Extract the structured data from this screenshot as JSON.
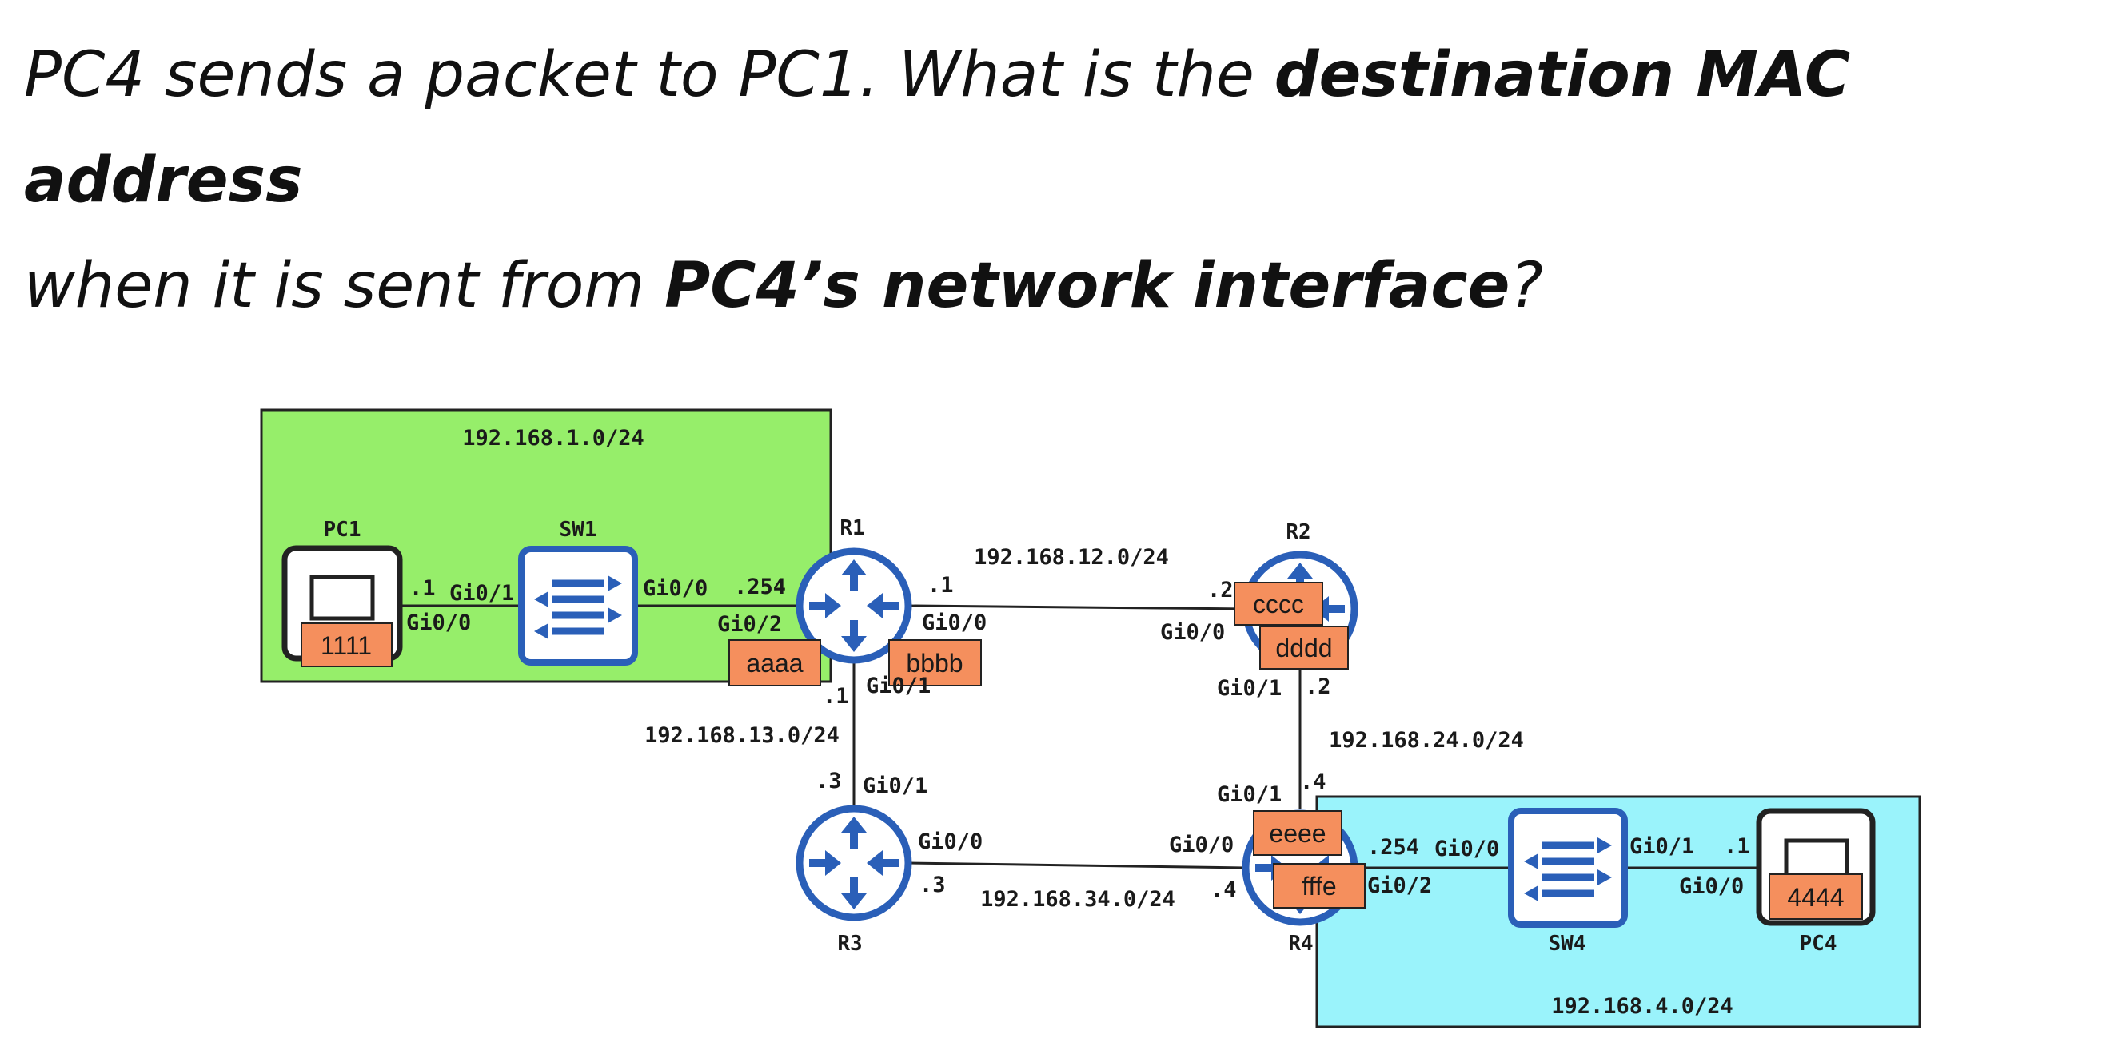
{
  "question": {
    "line1_part1": "PC4 sends a packet to PC1.  What is the ",
    "line1_bold": "destination MAC address",
    "line2_part1": "when it is sent from ",
    "line2_bold": "PC4’s network interface",
    "line2_end": "?"
  },
  "colors": {
    "lan1_fill": "#96ee6a",
    "lan4_fill": "#9af3fb",
    "device_blue": "#2a5fb8",
    "mac_fill": "#f58f5d"
  },
  "networks": {
    "lan1": "192.168.1.0/24",
    "r1r2": "192.168.12.0/24",
    "r1r3": "192.168.13.0/24",
    "r2r4": "192.168.24.0/24",
    "r3r4": "192.168.34.0/24",
    "lan4": "192.168.4.0/24"
  },
  "devices": {
    "pc1": "PC1",
    "sw1": "SW1",
    "r1": "R1",
    "r2": "R2",
    "r3": "R3",
    "r4": "R4",
    "sw4": "SW4",
    "pc4": "PC4"
  },
  "macs": {
    "pc1": "1111",
    "r1_g02": "aaaa",
    "r1_g00": "bbbb",
    "r2_g00": "cccc",
    "r2_g01": "dddd",
    "r4_g01": "eeee",
    "r4_g02": "fffe",
    "pc4": "4444"
  },
  "labels": {
    "pc1_host": ".1",
    "pc1_int": "Gi0/0",
    "sw1_g01": "Gi0/1",
    "sw1_g00": "Gi0/0",
    "r1_lan_ip": ".254",
    "r1_g02": "Gi0/2",
    "r1_r2_ip": ".1",
    "r1_g00": "Gi0/0",
    "r1_r3_ip": ".1",
    "r1_g01": "Gi0/1",
    "r2_r1_ip": ".2",
    "r2_g00": "Gi0/0",
    "r2_g01": "Gi0/1",
    "r2_r4_ip": ".2",
    "r3_r1_ip": ".3",
    "r3_g01": "Gi0/1",
    "r3_g00": "Gi0/0",
    "r3_r4_ip": ".3",
    "r4_g01": "Gi0/1",
    "r4_r2_ip": ".4",
    "r4_g00": "Gi0/0",
    "r4_r3_ip": ".4",
    "r4_lan_ip": ".254",
    "r4_g02": "Gi0/2",
    "sw4_g00": "Gi0/0",
    "sw4_g01": "Gi0/1",
    "pc4_host": ".1",
    "pc4_int": "Gi0/0"
  }
}
